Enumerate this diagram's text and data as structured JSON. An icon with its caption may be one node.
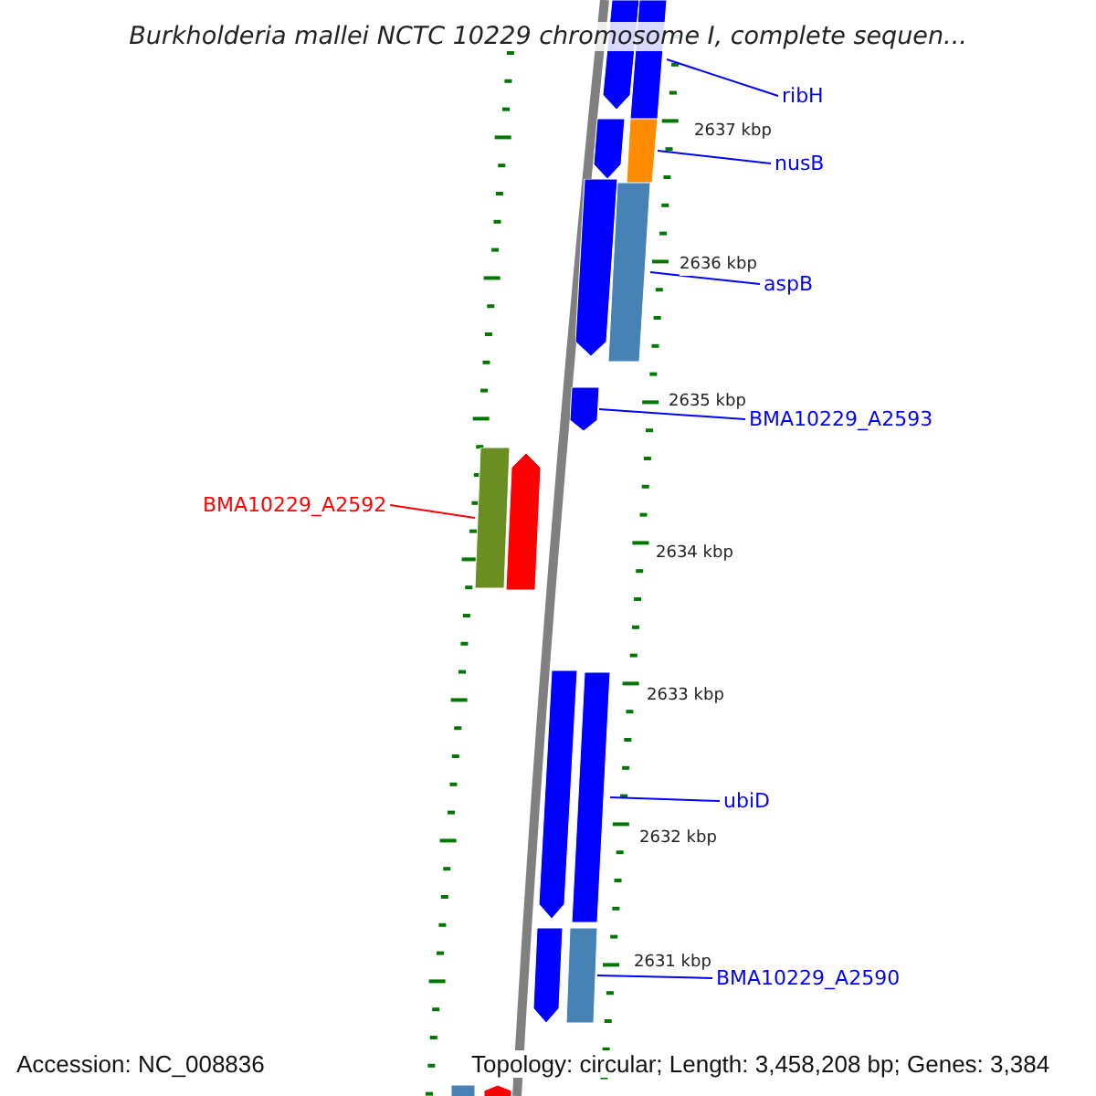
{
  "diagram": {
    "title": "Burkholderia mallei NCTC 10229 chromosome I, complete sequen...",
    "nodes": [
      {
        "text": [],
        "shape": "arrow"
      },
      {
        "text": [],
        "shape": "bar"
      },
      {
        "text": [
          "ribH"
        ]
      },
      {
        "text": [],
        "shape": "arrow"
      },
      {
        "text": [],
        "shape": "bar"
      },
      {
        "text": [
          "nusB"
        ]
      },
      {
        "text": [],
        "shape": "arrow"
      },
      {
        "text": [],
        "shape": "bar"
      },
      {
        "text": [
          "aspB"
        ]
      },
      {
        "text": [],
        "shape": "arrow"
      },
      {
        "text": [
          "BMA10229_A2593"
        ]
      },
      {
        "text": [
          "BMA10229_A2592"
        ]
      },
      {
        "text": [],
        "shape": "bar"
      },
      {
        "text": [],
        "shape": "arrow"
      },
      {
        "text": [],
        "shape": "arrow"
      },
      {
        "text": [],
        "shape": "bar"
      },
      {
        "text": [
          "ubiD"
        ]
      },
      {
        "text": [],
        "shape": "arrow"
      },
      {
        "text": [],
        "shape": "bar"
      },
      {
        "text": [
          "BMA10229_A2590"
        ]
      },
      {
        "text": [],
        "shape": "bar"
      },
      {
        "text": [],
        "shape": "arrow"
      }
    ],
    "edges": [
      {
        "from": 2,
        "to": 1,
        "arrow": "none"
      },
      {
        "from": 5,
        "to": 4,
        "arrow": "none"
      },
      {
        "from": 8,
        "to": 7,
        "arrow": "none"
      },
      {
        "from": 10,
        "to": 9,
        "arrow": "none"
      },
      {
        "from": 11,
        "to": 12,
        "arrow": "none",
        "color": "#ff0000"
      },
      {
        "from": 16,
        "to": 15,
        "arrow": "none"
      },
      {
        "from": 19,
        "to": 18,
        "arrow": "none"
      }
    ],
    "labels": [
      "2637 kbp",
      "2636 kbp",
      "2635 kbp",
      "2634 kbp",
      "2633 kbp",
      "2632 kbp",
      "2631 kbp",
      "Accession: NC_008836",
      "Topology: circular; Length: 3,458,208 bp; Genes: 3,384"
    ]
  }
}
